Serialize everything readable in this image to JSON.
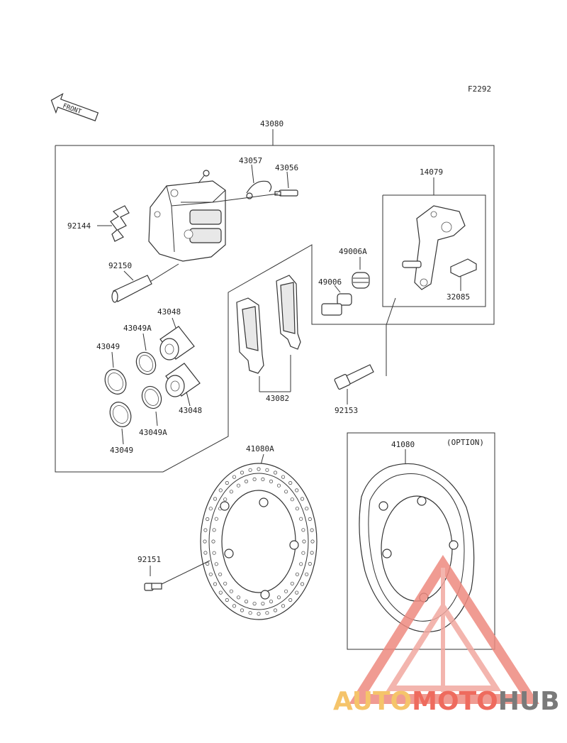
{
  "figure_code": "F2292",
  "front_label": "FRONT",
  "option_label": "(OPTION)",
  "parts": {
    "p43080": "43080",
    "p43057": "43057",
    "p43056": "43056",
    "p14079": "14079",
    "p92144": "92144",
    "p49006A": "49006A",
    "p49006": "49006",
    "p32085": "32085",
    "p92150": "92150",
    "p43048a": "43048",
    "p43049Aa": "43049A",
    "p43049a": "43049",
    "p43048b": "43048",
    "p43049Ab": "43049A",
    "p43049b": "43049",
    "p43082": "43082",
    "p92153": "92153",
    "p41080A": "41080A",
    "p41080": "41080",
    "p92151": "92151"
  },
  "watermark": {
    "part1": "AUTO",
    "part2": "MOTO",
    "part3": "HUB",
    "color1": "#f5c46a",
    "color2": "#ee6b5e",
    "color3": "#7a7a7a"
  }
}
